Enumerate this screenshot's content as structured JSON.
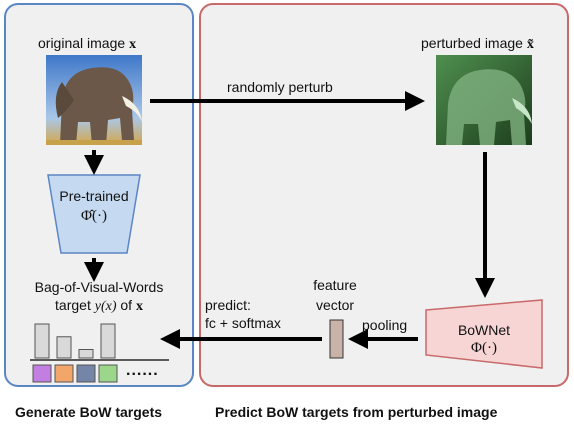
{
  "left_panel": {
    "original_image_label": "original image",
    "original_image_var": "x",
    "encoder_label": "Pre-trained",
    "encoder_formula": "Φ̂(·)",
    "target_line1": "Bag-of-Visual-Words",
    "target_line2_prefix": "target",
    "target_line2_func": "y(x)",
    "target_line2_of": "of",
    "target_line2_var": "x",
    "histogram_values": [
      4,
      2.5,
      1,
      4
    ],
    "word_colors": [
      "#c27ee0",
      "#f2a66a",
      "#7485a7",
      "#9bd68a"
    ],
    "ellipsis": "......",
    "caption": "Generate BoW targets"
  },
  "right_panel": {
    "perturbed_label": "perturbed image",
    "perturbed_var": "x̃",
    "perturb_arrow_label": "randomly perturb",
    "network_label": "BoWNet",
    "network_formula": "Φ(·)",
    "pooling_label": "pooling",
    "feature_label_line1": "feature",
    "feature_label_line2": "vector",
    "predict_line1": "predict:",
    "predict_line2": "fc + softmax",
    "caption": "Predict BoW targets from perturbed image"
  },
  "colors": {
    "left_border": "#5b86c4",
    "right_border": "#c86a6a",
    "encoder_fill": "#c5d9f1",
    "network_fill": "#f8d5d5",
    "feature_fill": "#c9b3a8",
    "bar_fill": "#d9d9d9"
  }
}
